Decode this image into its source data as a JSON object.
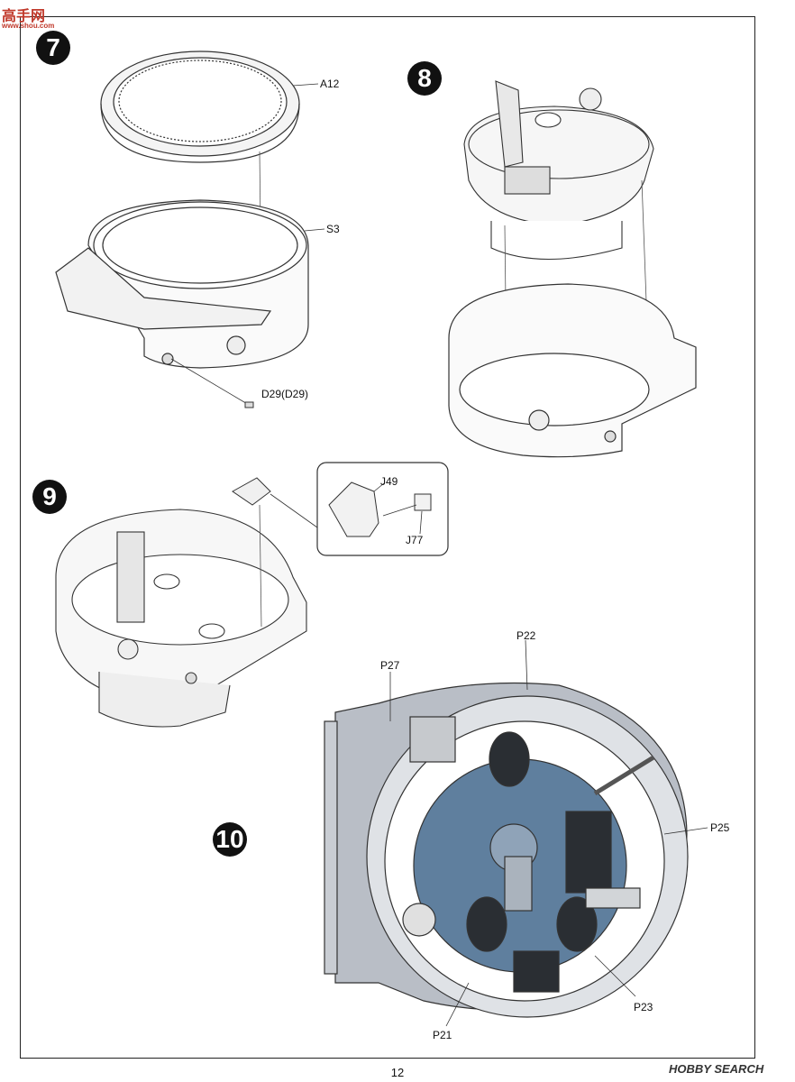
{
  "watermark_top": {
    "logo_text": "高手网",
    "url": "www.shou.com"
  },
  "steps": [
    {
      "number": "7",
      "labels": [
        "A12",
        "S3",
        "D29(D29)"
      ]
    },
    {
      "number": "8",
      "labels": []
    },
    {
      "number": "9",
      "labels": [
        "J49",
        "J77"
      ]
    },
    {
      "number": "10",
      "labels": [
        "P22",
        "P27",
        "P25",
        "P23",
        "P21"
      ]
    }
  ],
  "page_number": "12",
  "watermark_bottom": "HOBBY SEARCH",
  "colors": {
    "panel_blue": "#5f7f9e",
    "hull_grey": "#b9bec6",
    "ring_light": "#dfe2e6",
    "dark_part": "#2a2e33",
    "step_badge": "#111111"
  }
}
